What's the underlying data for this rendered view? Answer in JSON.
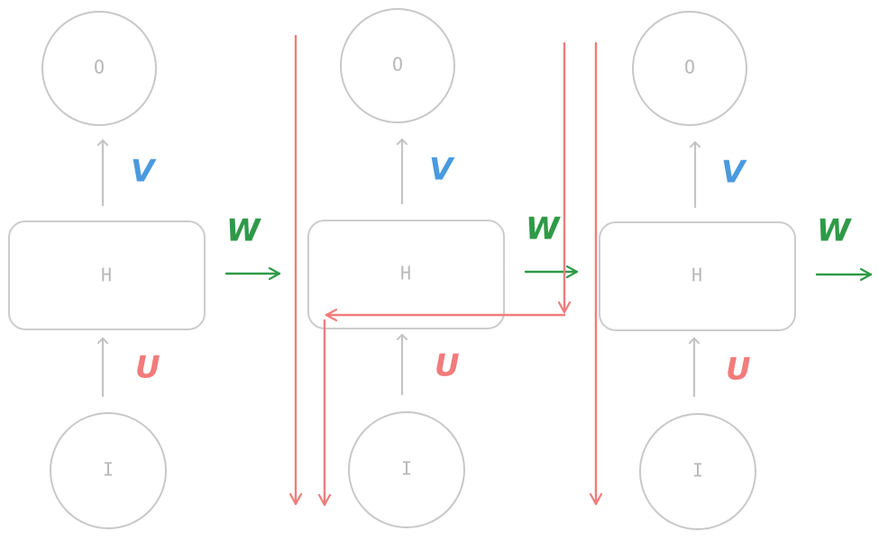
{
  "colors": {
    "node_stroke": "#c8c8c8",
    "node_text": "#b8b8b8",
    "weight_v": "#4a9ae0",
    "weight_w": "#2e9a47",
    "weight_u": "#f27b7b",
    "backprop": "#f27b7b"
  },
  "timesteps": [
    {
      "output_label": "O",
      "hidden_label": "H",
      "input_label": "I",
      "v_label": "V",
      "u_label": "U",
      "w_label": "W"
    },
    {
      "output_label": "O",
      "hidden_label": "H",
      "input_label": "I",
      "v_label": "V",
      "u_label": "U",
      "w_label": "W"
    },
    {
      "output_label": "O",
      "hidden_label": "H",
      "input_label": "I",
      "v_label": "V",
      "u_label": "U",
      "w_label": "W"
    }
  ]
}
